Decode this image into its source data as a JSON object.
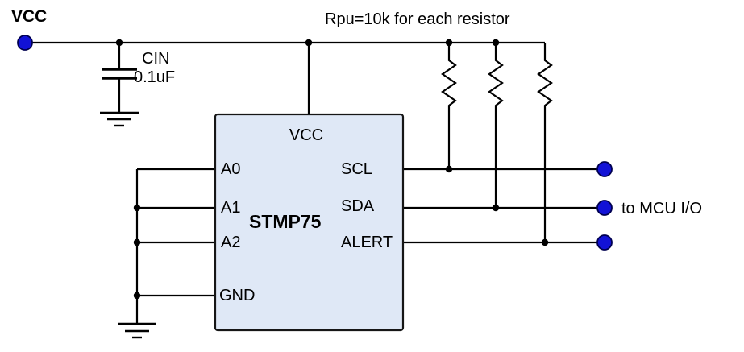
{
  "schematic": {
    "power": {
      "vcc_label": "VCC"
    },
    "note_rpu": "Rpu=10k for each resistor",
    "capacitor": {
      "name": "CIN",
      "value": "0.1uF"
    },
    "chip": {
      "name": "STMP75",
      "pins": {
        "vcc": "VCC",
        "a0": "A0",
        "a1": "A1",
        "a2": "A2",
        "gnd": "GND",
        "scl": "SCL",
        "sda": "SDA",
        "alert": "ALERT"
      }
    },
    "output_note": "to MCU I/O"
  },
  "colors": {
    "terminal_fill": "#1212d6",
    "terminal_stroke": "#000050",
    "chip_fill": "#dfe8f6",
    "chip_stroke": "#161616",
    "wire": "#000000"
  }
}
